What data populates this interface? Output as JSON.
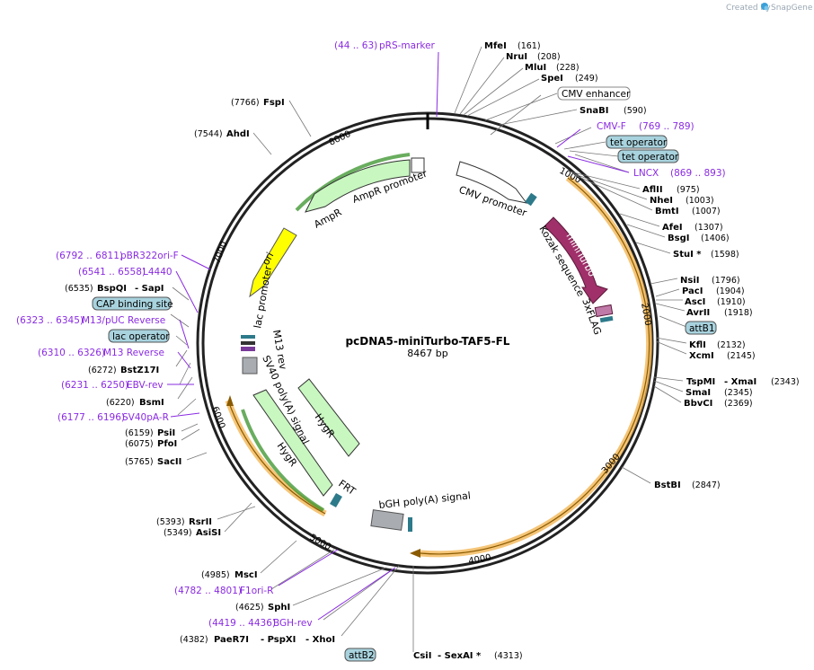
{
  "credit": {
    "created_by": "Created by",
    "brand": "SnapGene"
  },
  "title": "pcDNA5-miniTurbo-TAF5-FL",
  "length": "8467 bp",
  "ticks": [
    "1000",
    "2000",
    "3000",
    "4000",
    "5000",
    "6000",
    "7000",
    "8000"
  ],
  "enzymes": [
    {
      "name": "MfeI",
      "pos": "(161)"
    },
    {
      "name": "NruI",
      "pos": "(208)"
    },
    {
      "name": "MluI",
      "pos": "(228)"
    },
    {
      "name": "SpeI",
      "pos": "(249)"
    },
    {
      "name": "SnaBI",
      "pos": "(590)"
    },
    {
      "name": "AflII",
      "pos": "(975)"
    },
    {
      "name": "NheI",
      "pos": "(1003)"
    },
    {
      "name": "BmtI",
      "pos": "(1007)"
    },
    {
      "name": "AfeI",
      "pos": "(1307)"
    },
    {
      "name": "BsgI",
      "pos": "(1406)"
    },
    {
      "name": "StuI *",
      "pos": "(1598)"
    },
    {
      "name": "NsiI",
      "pos": "(1796)"
    },
    {
      "name": "PacI",
      "pos": "(1904)"
    },
    {
      "name": "AscI",
      "pos": "(1910)"
    },
    {
      "name": "AvrII",
      "pos": "(1918)"
    },
    {
      "name": "KflI",
      "pos": "(2132)"
    },
    {
      "name": "XcmI",
      "pos": "(2145)"
    },
    {
      "name": "TspMI",
      "pos": ""
    },
    {
      "name": "- XmaI",
      "pos": "(2343)"
    },
    {
      "name": "SmaI",
      "pos": "(2345)"
    },
    {
      "name": "BbvCI",
      "pos": "(2369)"
    },
    {
      "name": "BstBI",
      "pos": "(2847)"
    },
    {
      "name": "CsiI",
      "pos": ""
    },
    {
      "name": "- SexAI *",
      "pos": "(4313)"
    },
    {
      "name": "PaeR7I",
      "pos": "(4382)"
    },
    {
      "name": "- PspXI",
      "pos": ""
    },
    {
      "name": "- XhoI",
      "pos": ""
    },
    {
      "name": "SphI",
      "pos": "(4625)"
    },
    {
      "name": "MscI",
      "pos": "(4985)"
    },
    {
      "name": "AsiSI",
      "pos": "(5349)"
    },
    {
      "name": "RsrII",
      "pos": "(5393)"
    },
    {
      "name": "SacII",
      "pos": "(5765)"
    },
    {
      "name": "PfoI",
      "pos": "(6075)"
    },
    {
      "name": "PsiI",
      "pos": "(6159)"
    },
    {
      "name": "BsmI",
      "pos": "(6220)"
    },
    {
      "name": "BstZ17I",
      "pos": "(6272)"
    },
    {
      "name": "BspQI",
      "pos": "(6535)"
    },
    {
      "name": "- SapI",
      "pos": ""
    },
    {
      "name": "AhdI",
      "pos": "(7544)"
    },
    {
      "name": "FspI",
      "pos": "(7766)"
    }
  ],
  "primers": [
    {
      "name": "pRS-marker",
      "pos": "(44 .. 63)"
    },
    {
      "name": "CMV-F",
      "pos": "(769 .. 789)"
    },
    {
      "name": "LNCX",
      "pos": "(869 .. 893)"
    },
    {
      "name": "F1ori-R",
      "pos": "(4782 .. 4801)"
    },
    {
      "name": "BGH-rev",
      "pos": "(4419 .. 4436)"
    },
    {
      "name": "SV40pA-R",
      "pos": "(6177 .. 6196)"
    },
    {
      "name": "EBV-rev",
      "pos": "(6231 .. 6250)"
    },
    {
      "name": "M13 Reverse",
      "pos": "(6310 .. 6326)"
    },
    {
      "name": "M13/pUC Reverse",
      "pos": "(6323 .. 6345)"
    },
    {
      "name": "L4440",
      "pos": "(6541 .. 6558)"
    },
    {
      "name": "pBR322ori-F",
      "pos": "(6792 .. 6811)"
    }
  ],
  "boxed_features": [
    "CMV enhancer",
    "tet operator",
    "tet operator",
    "attB1",
    "attB2",
    "CAP binding site",
    "lac operator"
  ],
  "features": {
    "cmv_promoter": "CMV promoter",
    "miniturbo": "miniTurbo",
    "kozak": "Kozak sequence",
    "flag": "3xFLAG",
    "ampr": "AmpR",
    "ampr_promoter": "AmpR promoter",
    "ori": "ori",
    "lac_promoter": "lac promoter",
    "m13_rev": "M13 rev",
    "sv40": "SV40 poly(A) signal",
    "hygr": "HygR",
    "hygr2": "HygR",
    "frt": "FRT",
    "bgh": "bGH poly(A) signal"
  },
  "colors": {
    "primer": "#8a2be2",
    "miniturbo": "#a0306a",
    "ampr": "#c8f7c0",
    "ori": "#ffff00",
    "backbone": "#222222",
    "tag_box": "#a8d3de",
    "orf": "#f2b24b"
  }
}
